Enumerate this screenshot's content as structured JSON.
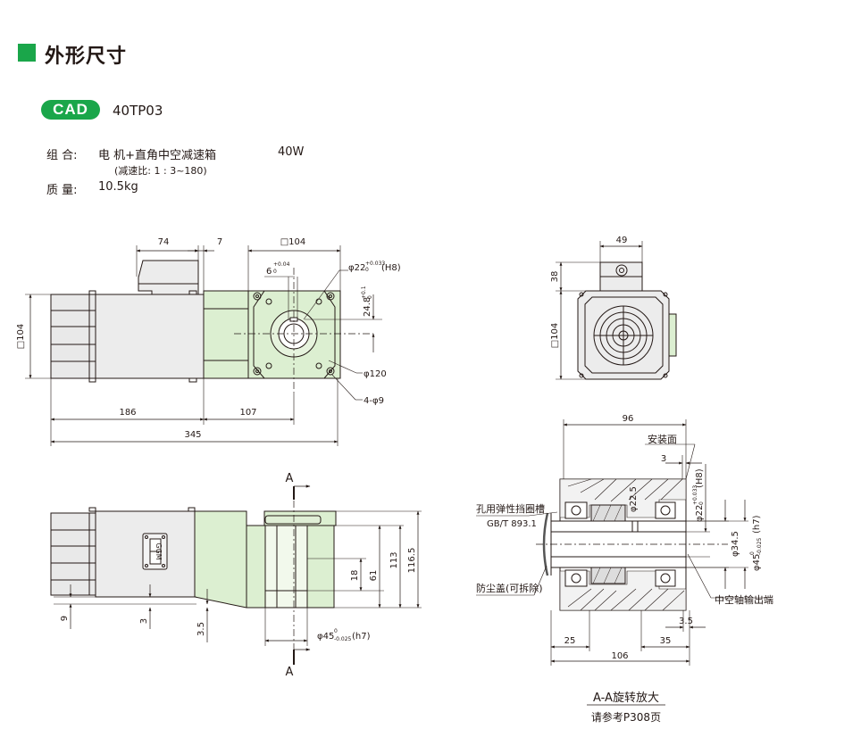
{
  "section": {
    "title": "外形尺寸"
  },
  "cad": {
    "badge": "CAD",
    "model": "40TP03"
  },
  "specs": {
    "combination_label": "组 合:",
    "combination_value": "电 机+直角中空减速箱",
    "power": "40W",
    "ratio_note": "(减速比: 1 : 3~180)",
    "weight_label": "质 量:",
    "weight_value": "10.5kg"
  },
  "front_view": {
    "dim_74": "74",
    "dim_7": "7",
    "dim_square_104": "□104",
    "dim_keyway": "6",
    "keyway_tol_upper": "+0.04",
    "keyway_tol_lower": "0",
    "dim_bore": "φ22",
    "bore_tol_upper": "+0.033",
    "bore_tol_lower": "0",
    "bore_fit": "(H8)",
    "dim_keyheight": "24.8",
    "keyheight_tol_upper": "+0.1",
    "keyheight_tol_lower": "0",
    "dim_pcd": "φ120",
    "dim_holes": "4-φ9",
    "dim_side_104": "□104",
    "dim_186": "186",
    "dim_107": "107",
    "dim_345": "345"
  },
  "end_view": {
    "dim_49": "49",
    "dim_38": "38",
    "dim_side_104": "□104"
  },
  "bottom_view": {
    "section_mark_top": "A",
    "section_mark_bottom": "A",
    "dim_18": "18",
    "dim_61": "61",
    "dim_113": "113",
    "dim_116_5": "116.5",
    "dim_9": "9",
    "dim_3": "3",
    "dim_3_5": "3.5",
    "dim_shaft": "φ45",
    "shaft_tol_upper": "0",
    "shaft_tol_lower": "-0.025",
    "shaft_fit": "(h7)",
    "nameplate": "GGM"
  },
  "section_view": {
    "dim_96": "96",
    "mount_face": "安装面",
    "dim_3": "3",
    "dim_bore": "φ22",
    "bore_tol_upper": "+0.033",
    "bore_tol_lower": "0",
    "bore_fit": "(H8)",
    "dim_bore_inner": "φ22.5",
    "dim_34_5": "φ34.5",
    "dim_45": "φ45",
    "shaft_tol_upper": "0",
    "shaft_tol_lower": "-0.025",
    "shaft_fit": "(h7)",
    "label_retaining_ring": "孔用弹性挡圈槽",
    "label_standard": "GB/T 893.1",
    "label_dust_cover": "防尘盖(可拆除)",
    "label_output": "中空轴输出端",
    "dim_3_5": "3.5",
    "dim_25": "25",
    "dim_35": "35",
    "dim_106": "106",
    "caption": "A-A旋转放大",
    "reference": "请参考P308页"
  },
  "colors": {
    "accent_green": "#1aa64a",
    "gear_fill": "#dcefd1",
    "motor_fill": "#eaeaea"
  }
}
